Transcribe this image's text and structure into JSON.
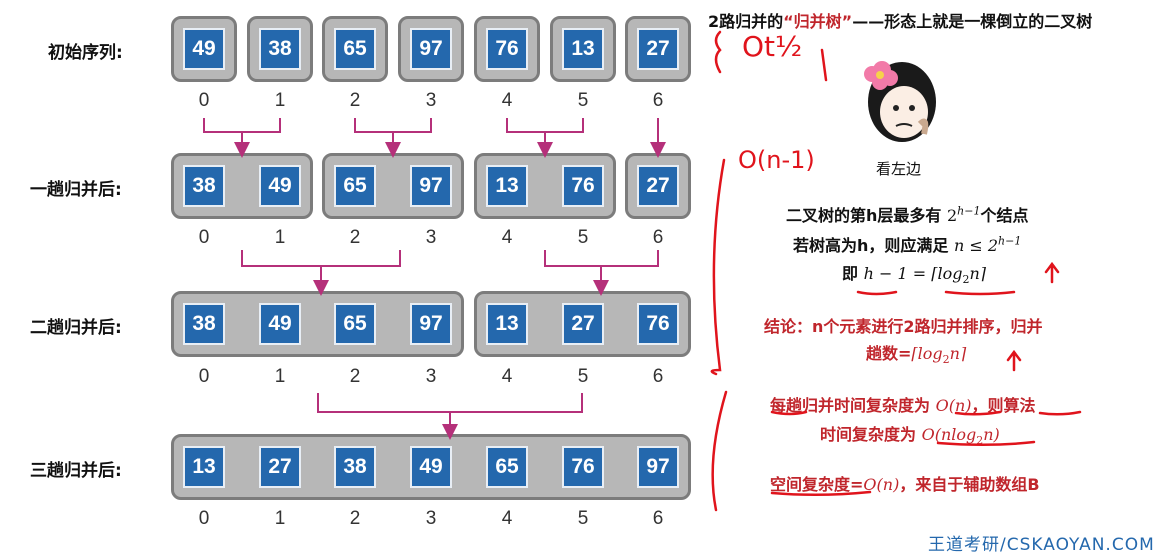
{
  "title": {
    "prefix": "2路归并的",
    "highlight": "“归并树”",
    "suffix": "——形态上就是一棵倒立的二叉树"
  },
  "rows": [
    {
      "label": "初始序列:",
      "groups": [
        [
          49
        ],
        [
          38
        ],
        [
          65
        ],
        [
          97
        ],
        [
          76
        ],
        [
          13
        ],
        [
          27
        ]
      ]
    },
    {
      "label": "一趟归并后:",
      "groups": [
        [
          38,
          49
        ],
        [
          65,
          97
        ],
        [
          13,
          76
        ],
        [
          27
        ]
      ]
    },
    {
      "label": "二趟归并后:",
      "groups": [
        [
          38,
          49,
          65,
          97
        ],
        [
          13,
          27,
          76
        ]
      ]
    },
    {
      "label": "三趟归并后:",
      "groups": [
        [
          13,
          27,
          38,
          49,
          65,
          76,
          97
        ]
      ]
    }
  ],
  "indices": [
    "0",
    "1",
    "2",
    "3",
    "4",
    "5",
    "6"
  ],
  "meme_caption": "看左边",
  "notes": {
    "tree_level": {
      "text": "二叉树的第h层最多有",
      "math": "2",
      "sup": "h−1",
      "tail": "个结点"
    },
    "tree_height": {
      "text": "若树高为h，则应满足",
      "math": "n ≤ 2",
      "sup": "h−1"
    },
    "ceil_formula": {
      "prefix": "即",
      "math": "h − 1 = ⌈log",
      "sub": "2",
      "tail": "n⌉"
    },
    "conclusion_1": "结论：n个元素进行2路归并排序，归并",
    "conclusion_2": {
      "text": "趟数=",
      "math": "⌈log",
      "sub": "2",
      "tail": "n⌉"
    },
    "time_1": {
      "text": "每趟归并时间复杂度为",
      "math": "O(n)",
      "tail": "，则算法"
    },
    "time_2": {
      "text": "时间复杂度为",
      "math": "O(nlog",
      "sub": "2",
      "tail": "n)"
    },
    "space": {
      "text": "空间复杂度=",
      "math": "O(n)",
      "tail": "，来自于辅助数组B"
    }
  },
  "handwriting": {
    "top": "Ot½",
    "mid": "O(n-1)"
  },
  "footer": "王道考研/CSKAOYAN.COM",
  "colors": {
    "cell": "#2468ad",
    "arrow": "#b5307a",
    "red_ink": "#e0141c",
    "dark_red": "#c0262c"
  }
}
